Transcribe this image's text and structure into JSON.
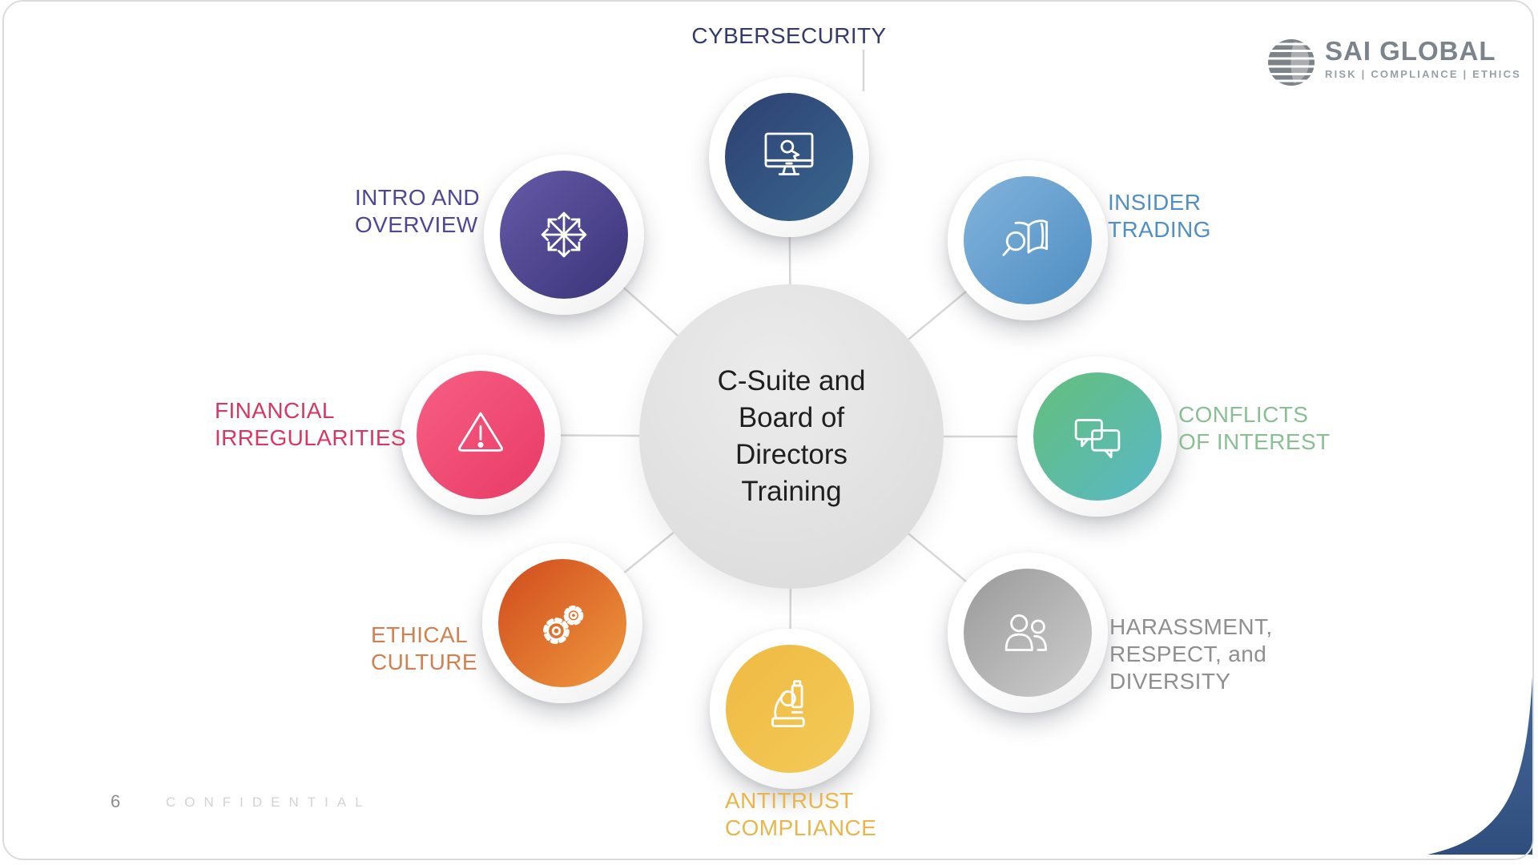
{
  "slide": {
    "page_number": "6",
    "confidential_label": "CONFIDENTIAL",
    "logo": {
      "name": "SAI GLOBAL",
      "tagline": "RISK | COMPLIANCE | ETHICS",
      "color": "#7d838b"
    },
    "center": {
      "title": "C-Suite and\nBoard of\nDirectors\nTraining",
      "fill_colors": [
        "#ececec",
        "#dcdcdc"
      ],
      "text_color": "#1f1f1f"
    },
    "corner_accent_colors": [
      "#45689A",
      "#2F4E7D"
    ],
    "spoke_color": "#d7d7d7",
    "topics": [
      {
        "label": "CYBERSECURITY",
        "icon": "monitor-click-icon",
        "label_color": "#333A6E",
        "colors": [
          "#2E3F72",
          "#38688E"
        ]
      },
      {
        "label": "INSIDER\nTRADING",
        "icon": "book-magnifier-icon",
        "label_color": "#4F8FC6",
        "colors": [
          "#82B4DC",
          "#4E8DC2"
        ]
      },
      {
        "label": "CONFLICTS\nOF INTEREST",
        "icon": "chat-bubbles-icon",
        "label_color": "#8ABF95",
        "colors": [
          "#64BF79",
          "#58B8C8"
        ]
      },
      {
        "label": "HARASSMENT,\nRESPECT, and\nDIVERSITY",
        "icon": "people-icon",
        "label_color": "#8F8F8F",
        "colors": [
          "#999999",
          "#CFCFCF"
        ]
      },
      {
        "label": "ANTITRUST\nCOMPLIANCE",
        "icon": "microscope-icon",
        "label_color": "#E8B64A",
        "colors": [
          "#EFBA43",
          "#F3CA57"
        ]
      },
      {
        "label": "ETHICAL\nCULTURE",
        "icon": "gears-icon",
        "label_color": "#D2804F",
        "colors": [
          "#D04A1D",
          "#EF9A3E"
        ]
      },
      {
        "label": "FINANCIAL\nIRREGULARITIES",
        "icon": "warning-triangle-icon",
        "label_color": "#D63864",
        "colors": [
          "#F75F83",
          "#E83A66"
        ]
      },
      {
        "label": "INTRO AND\nOVERVIEW",
        "icon": "arrows-radiating-icon",
        "label_color": "#4F4796",
        "colors": [
          "#655AA8",
          "#3A3478"
        ]
      }
    ]
  }
}
